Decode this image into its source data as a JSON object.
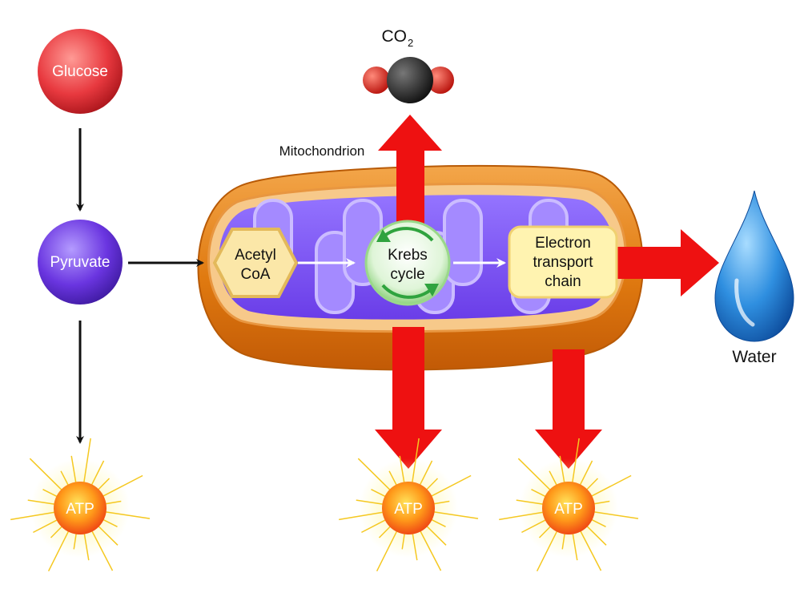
{
  "nodes": {
    "glucose": "Glucose",
    "pyruvate": "Pyruvate",
    "acetyl_coa_line1": "Acetyl",
    "acetyl_coa_line2": "CoA",
    "krebs_line1": "Krebs",
    "krebs_line2": "cycle",
    "etc_line1": "Electron",
    "etc_line2": "transport",
    "etc_line3": "chain",
    "atp": "ATP"
  },
  "labels": {
    "mitochondrion": "Mitochondrion",
    "co2_main": "CO",
    "co2_sub": "2",
    "water": "Water"
  },
  "colors": {
    "arrow_red": "#ee1111",
    "glucose": "#e8393f",
    "pyruvate": "#7b3fe4",
    "membrane_outer": "#e07a10",
    "matrix": "#7a4df5",
    "krebs": "#3ab54a",
    "etc": "#fff3b0",
    "acetyl": "#fbe7a8"
  }
}
